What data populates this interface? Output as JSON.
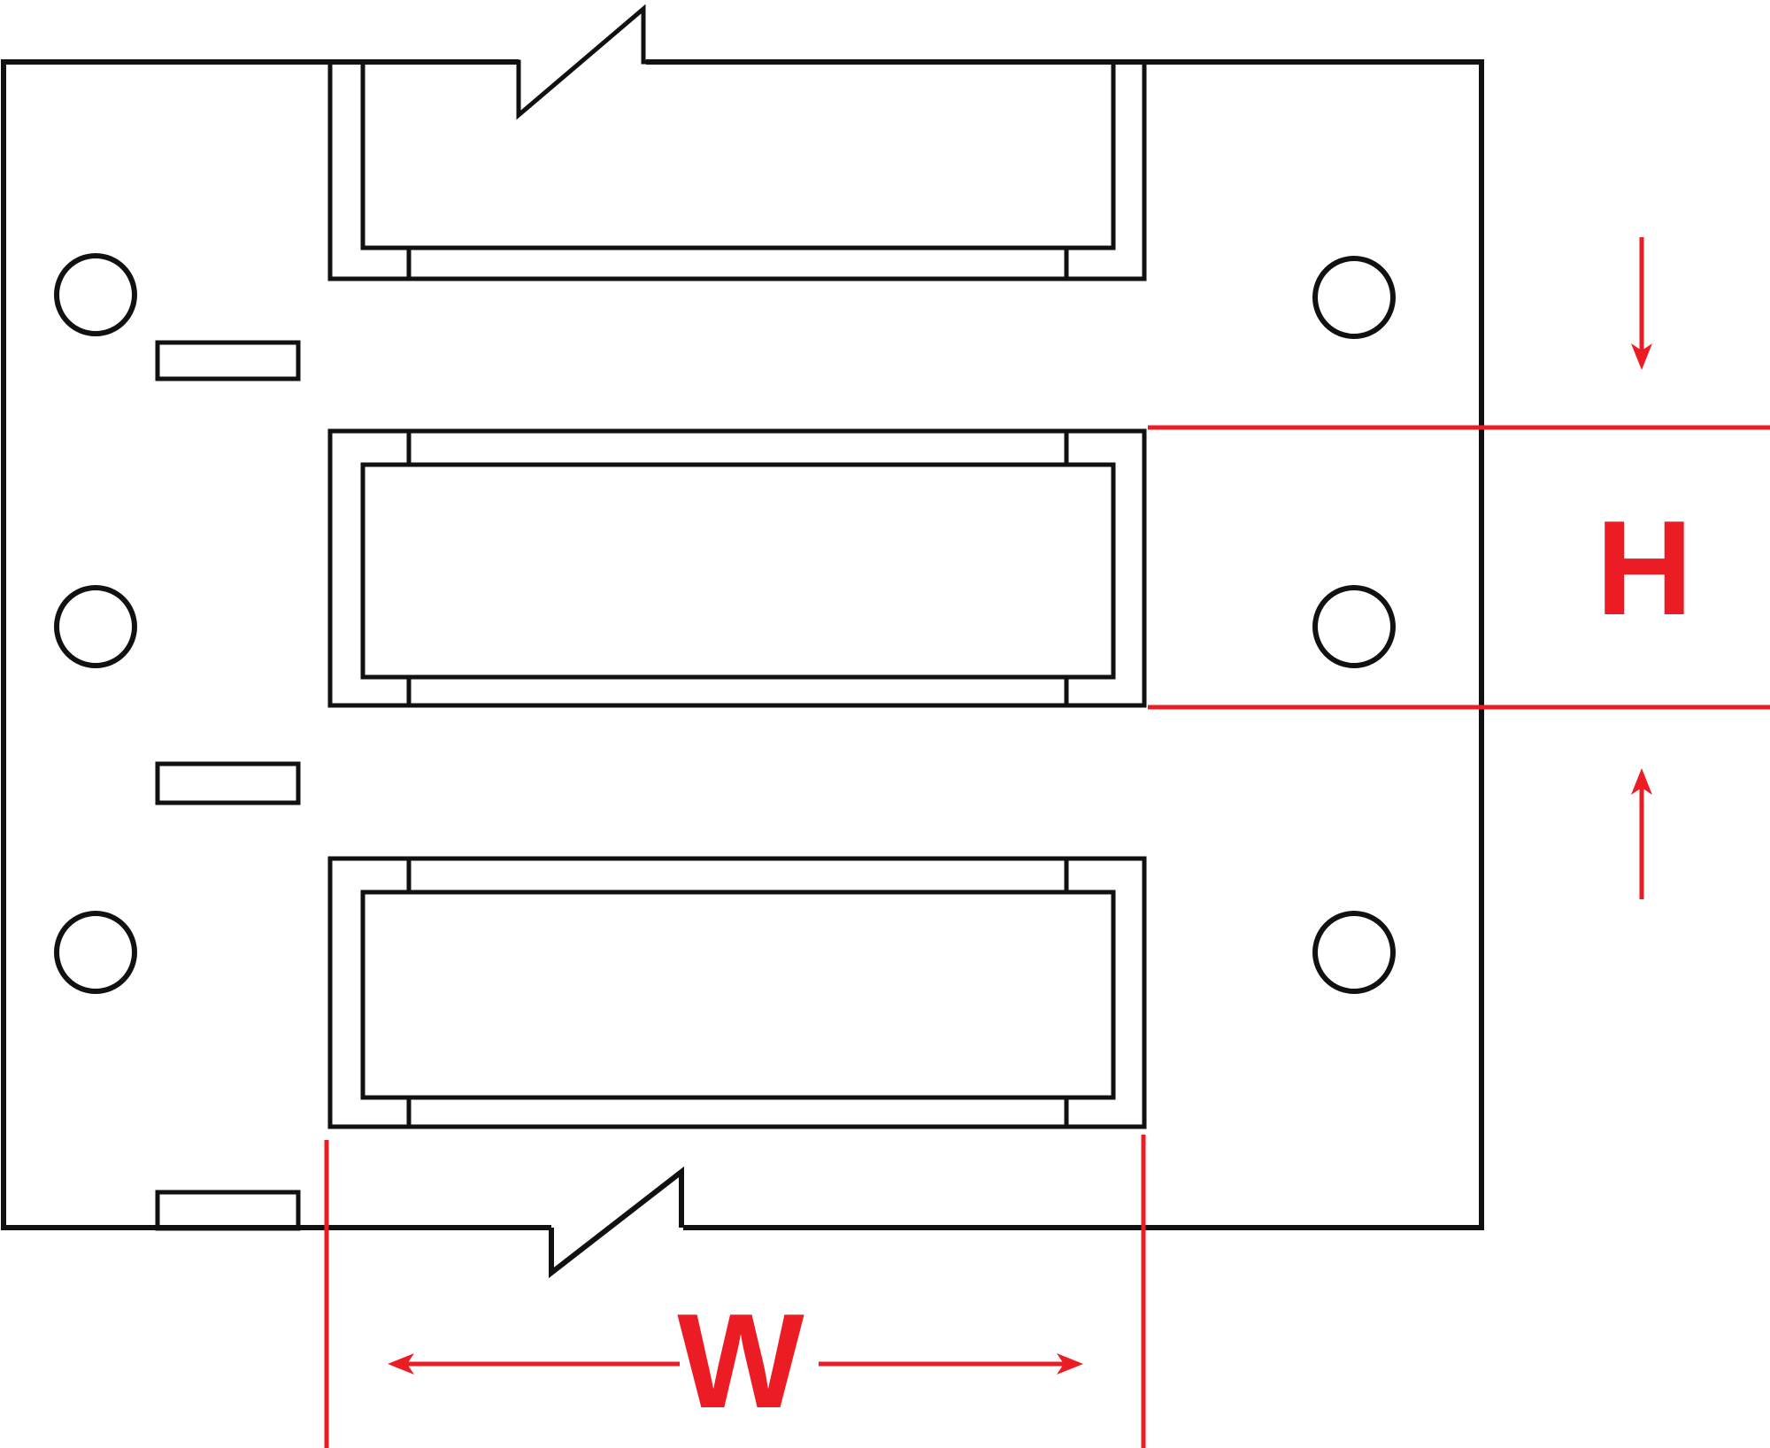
{
  "diagram": {
    "title": "Heat-shrink wire marker sleeve dimension diagram",
    "annotations": {
      "height_label": "H",
      "width_label": "W"
    },
    "sleeves": {
      "count": 3,
      "style": "yellow sleeve on white carrier bracket"
    },
    "holes": {
      "left_count": 3,
      "right_count": 3
    },
    "registration_marks": {
      "count": 3
    },
    "icons": {
      "break_top": "zigzag-break-icon",
      "break_bottom": "zigzag-break-icon",
      "arrow_down": "arrow-down-icon",
      "arrow_up": "arrow-up-icon",
      "arrow_left": "arrow-left-icon",
      "arrow_right": "arrow-right-icon"
    },
    "colors": {
      "sleeve_yellow": "#F7E600",
      "dimension_red": "#EC1C24",
      "outline_black": "#111111",
      "registration_mark_gray": "#D9DADB",
      "background": "#FFFFFF"
    }
  }
}
